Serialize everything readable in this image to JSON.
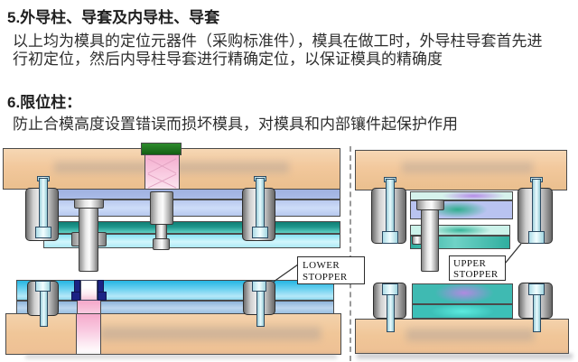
{
  "article": {
    "sections": [
      {
        "heading": "5.外导柱、导套及内导柱、导套",
        "body": "以上均为模具的定位元器件（采购标准件），模具在做工时，外导柱导套首先进行初定位，然后内导柱导套进行精确定位，以保证模具的精确度"
      },
      {
        "heading": "6.限位柱：",
        "body": "防止合模高度设置错误而损坏模具，对模具和内部镶件起保护作用"
      }
    ]
  },
  "figure": {
    "lower_stopper": {
      "line1": "LOWER",
      "line2": "STOPPER"
    },
    "upper_stopper": {
      "line1": "UPPER",
      "line2": "STOPPER"
    },
    "colors": {
      "plate_orange": "#f2c89c",
      "plate_periwinkle": "#a8b9e6",
      "plate_periwinkle_light": "#c6d5f4",
      "bar_teal_dark": "#128076",
      "bar_cyan_light": "#aeeaf6",
      "bottom_plate_cyan": "#3cc2e6",
      "bottom_plate_blue": "#a5c3e6",
      "punch_pink": "#f6b6d4",
      "punch_cap_green": "#1d7a24",
      "die_bushing_navy": "#1b2384",
      "steel_gray": "#c9c9c9",
      "bolt_cyan": "#cdeef4",
      "blob_purple": "#b58ae8",
      "blob_teal": "#2fae8e"
    }
  }
}
